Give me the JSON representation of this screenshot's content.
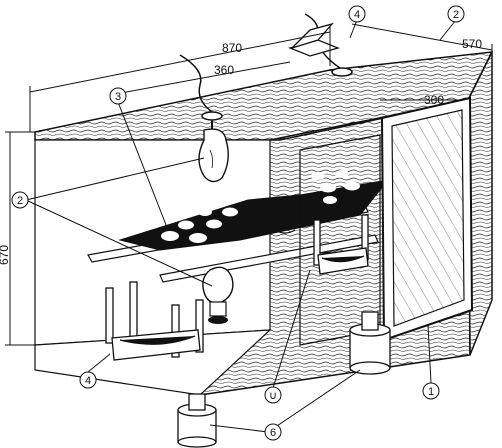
{
  "dimensions": {
    "length": "870",
    "depth": "570",
    "height": "670",
    "lamp_spacing": "360",
    "door_width": "300"
  },
  "callouts": {
    "vent_top": "4",
    "door_top": "2",
    "tray": "3",
    "lamps": "2",
    "vent_bottom": "4",
    "door_glass": "1",
    "handle_inner": "∪",
    "legs": "6"
  },
  "colors": {
    "ink": "#111111",
    "paper": "#ffffff",
    "tray": "#111111"
  }
}
